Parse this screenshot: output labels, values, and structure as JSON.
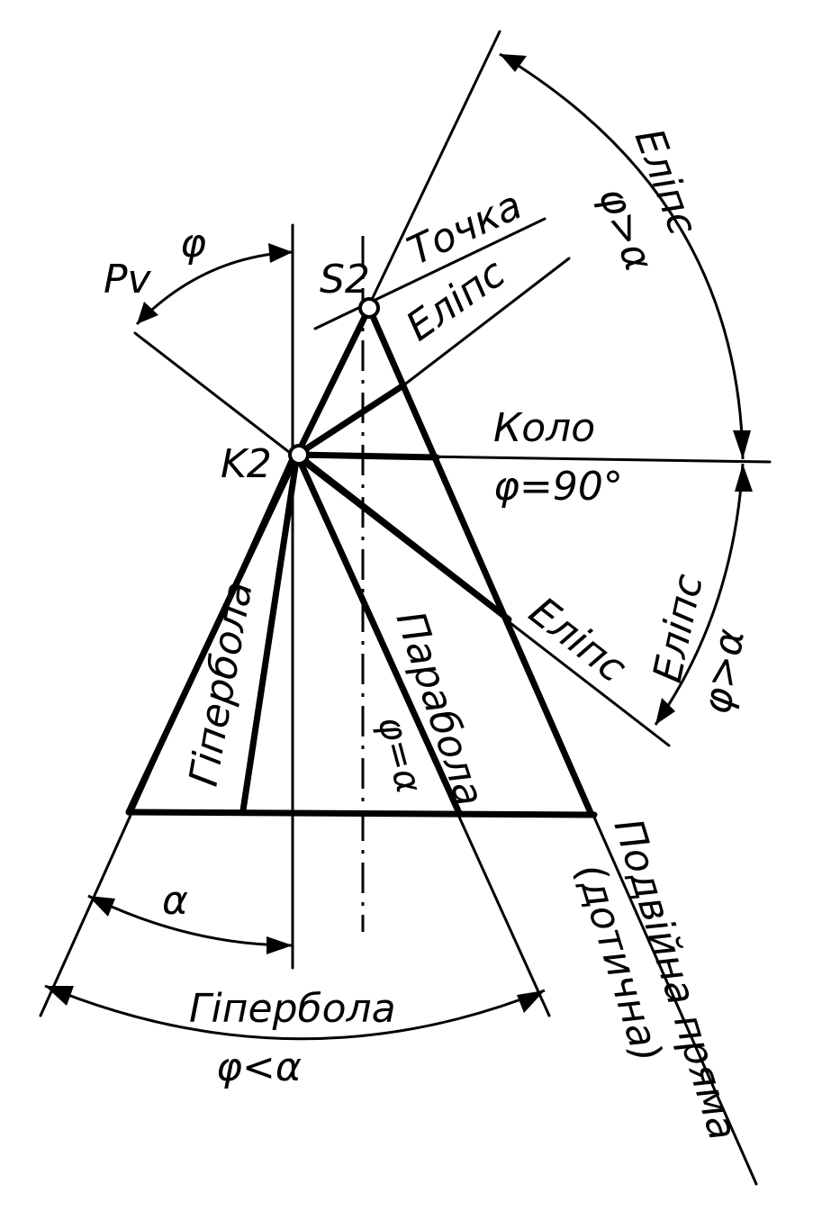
{
  "points": {
    "apex": "S2",
    "vertex": "K2",
    "plane": "Pv"
  },
  "labels": {
    "point": "Точка",
    "ellipse_upper": "Еліпс",
    "ellipse_lower": "Еліпс",
    "ellipse_arc_top": "Еліпс",
    "ellipse_arc_bottom": "Еліпс",
    "cond_top": "φ>α",
    "cond_bottom": "φ>α",
    "circle": "Коло",
    "circle_cond": "φ=90°",
    "hyperbola_inner": "Гіпербола",
    "parabola": "Парабола",
    "parabola_cond": "φ=α",
    "double_line": "Подвійна пряма",
    "tangent": "(дотична)",
    "alpha": "α",
    "hyperbola_bottom": "Гіпербола",
    "hyperbola_cond": "φ<α",
    "phi": "φ"
  }
}
